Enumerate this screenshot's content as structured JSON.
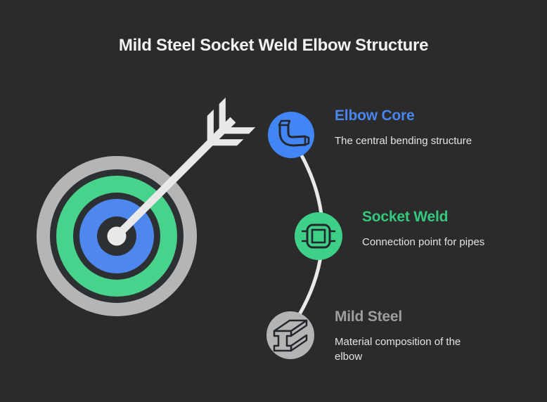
{
  "page": {
    "title": "Mild Steel Socket Weld Elbow Structure",
    "background": "#2b2b2b"
  },
  "colors": {
    "accent_blue": "#4a86f0",
    "accent_green": "#34c97d",
    "accent_gray": "#9e9e9e",
    "circle_blue": "#4285f4",
    "circle_green": "#3ed089",
    "circle_gray": "#b4b4b4",
    "target_blue": "#4e87ee",
    "target_green": "#47d38b",
    "target_gray": "#b5b5b5",
    "dark_ring": "#2d3033",
    "line_white": "#e9e9e9",
    "icon_stroke": "#23272b",
    "title_text": "#f2f2f2",
    "description_text": "#e4e4e4"
  },
  "illustration": {
    "name": "bullseye-target-with-arrow"
  },
  "items": [
    {
      "title": "Elbow Core",
      "description": "The central bending structure",
      "icon": "elbow-pipe-icon",
      "accent": "#4a86f0"
    },
    {
      "title": "Socket Weld",
      "description": "Connection point for pipes",
      "icon": "socket-chip-icon",
      "accent": "#34c97d"
    },
    {
      "title": "Mild Steel",
      "description": "Material composition of the elbow",
      "icon": "steel-beam-icon",
      "accent": "#9e9e9e"
    }
  ]
}
